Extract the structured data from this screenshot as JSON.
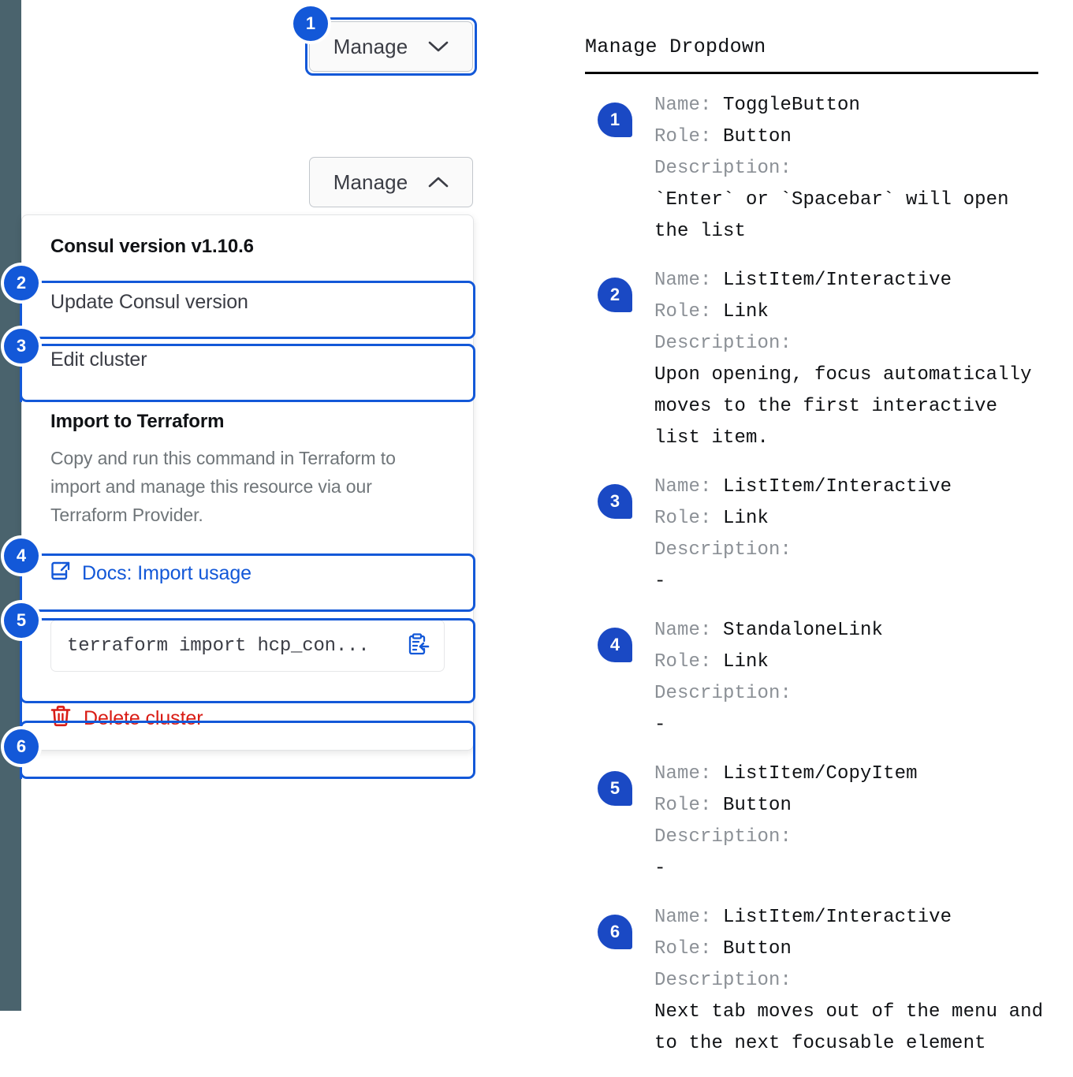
{
  "app": {
    "rail_color": "#4a636d",
    "accent_color": "#1358d8",
    "danger_color": "#d91c15"
  },
  "mock": {
    "toggle_collapsed": {
      "label": "Manage",
      "chevron": "chevron-down-icon"
    },
    "toggle_expanded": {
      "label": "Manage",
      "chevron": "chevron-up-icon"
    },
    "dropdown": {
      "version_heading": "Consul version v1.10.6",
      "update_item": "Update Consul version",
      "edit_item": "Edit cluster",
      "terraform_heading": "Import to Terraform",
      "terraform_description": "Copy and run this command in Terraform to import and manage this resource via our Terraform Provider.",
      "docs_link": "Docs: Import usage",
      "docs_icon": "external-link-docs-icon",
      "command": "terraform import hcp_con...",
      "copy_icon": "clipboard-copy-icon",
      "delete_item": "Delete cluster",
      "delete_icon": "trash-icon"
    },
    "step_badges": [
      "1",
      "2",
      "3",
      "4",
      "5",
      "6"
    ]
  },
  "legend": {
    "title": "Manage Dropdown",
    "labels": {
      "name": "Name:",
      "role": "Role:",
      "description": "Description:"
    },
    "entries": [
      {
        "badge": "1",
        "name": "ToggleButton",
        "role": "Button",
        "description": "`Enter` or `Spacebar` will open\nthe list"
      },
      {
        "badge": "2",
        "name": "ListItem/Interactive",
        "role": "Link",
        "description": "Upon opening, focus automatically\nmoves to the first interactive\nlist item."
      },
      {
        "badge": "3",
        "name": "ListItem/Interactive",
        "role": "Link",
        "description": "-"
      },
      {
        "badge": "4",
        "name": "StandaloneLink",
        "role": "Link",
        "description": "-"
      },
      {
        "badge": "5",
        "name": "ListItem/CopyItem",
        "role": "Button",
        "description": "-"
      },
      {
        "badge": "6",
        "name": "ListItem/Interactive",
        "role": "Button",
        "description": "Next tab moves out of the menu and\nto the next focusable element"
      }
    ]
  }
}
